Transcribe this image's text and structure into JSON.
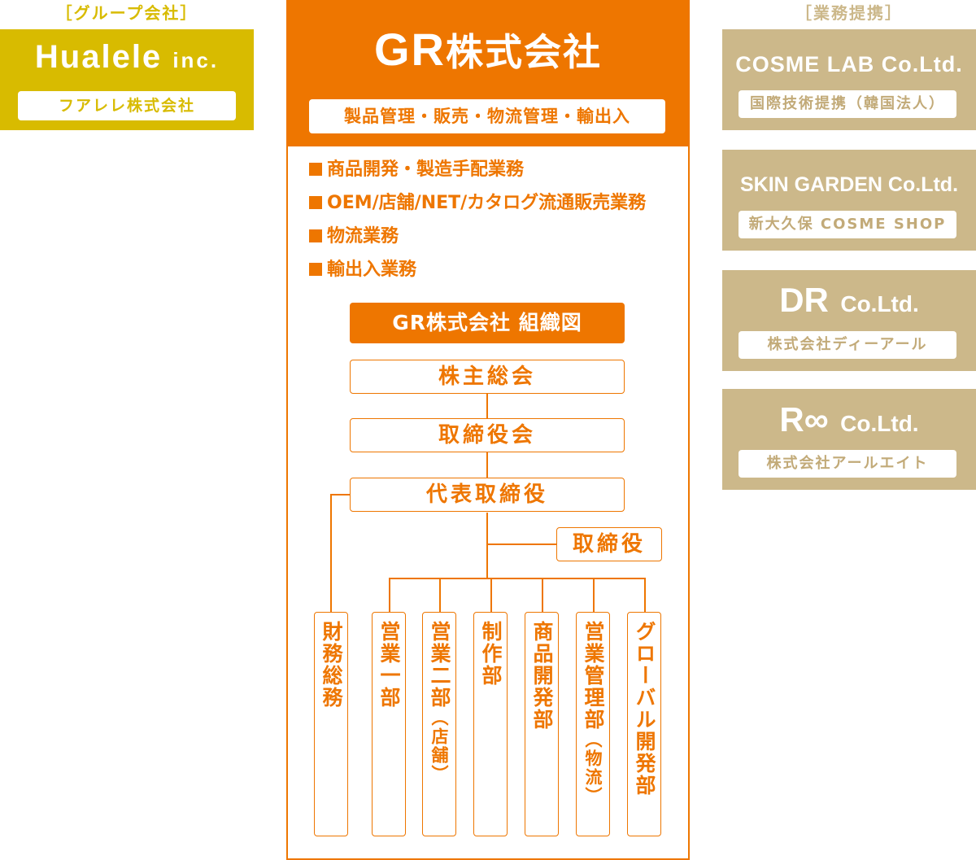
{
  "left_group": {
    "caption": "［グループ会社］",
    "name_main": "Hualele",
    "name_suffix": "inc.",
    "subtitle": "フアレレ株式会社"
  },
  "partners": {
    "caption": "［業務提携］",
    "items": [
      {
        "name": "COSME LAB Co.Ltd.",
        "subtitle": "国際技術提携（韓国法人）"
      },
      {
        "name": "SKIN GARDEN Co.Ltd.",
        "subtitle": "新大久保 COSME SHOP"
      },
      {
        "name_main": "DR",
        "name_suffix": "Co.Ltd.",
        "subtitle": "株式会社ディーアール"
      },
      {
        "name_main": "R∞",
        "name_suffix": "Co.Ltd.",
        "subtitle": "株式会社アールエイト"
      }
    ]
  },
  "gr": {
    "title_latin": "GR",
    "title_jp": "株式会社",
    "services": "製品管理・販売・物流管理・輸出入",
    "business": [
      "商品開発・製造手配業務",
      "OEM/店舗/NET/カタログ流通販売業務",
      "物流業務",
      "輸出入業務"
    ],
    "org_chart_title": "GR株式会社 組織図",
    "org": {
      "shareholders": "株主総会",
      "board": "取締役会",
      "representative": "代表取締役",
      "director": "取締役",
      "departments": [
        {
          "name": "財務総務",
          "note": ""
        },
        {
          "name": "営業一部",
          "note": ""
        },
        {
          "name": "営業二部",
          "note": "（店舗）"
        },
        {
          "name": "制作部",
          "note": ""
        },
        {
          "name": "商品開発部",
          "note": ""
        },
        {
          "name": "営業管理部",
          "note": "（物流）"
        },
        {
          "name": "グローバル開発部",
          "note": ""
        }
      ]
    }
  },
  "colors": {
    "gold": "#d8bb00",
    "tan": "#ccb88a",
    "orange": "#ee7600"
  }
}
